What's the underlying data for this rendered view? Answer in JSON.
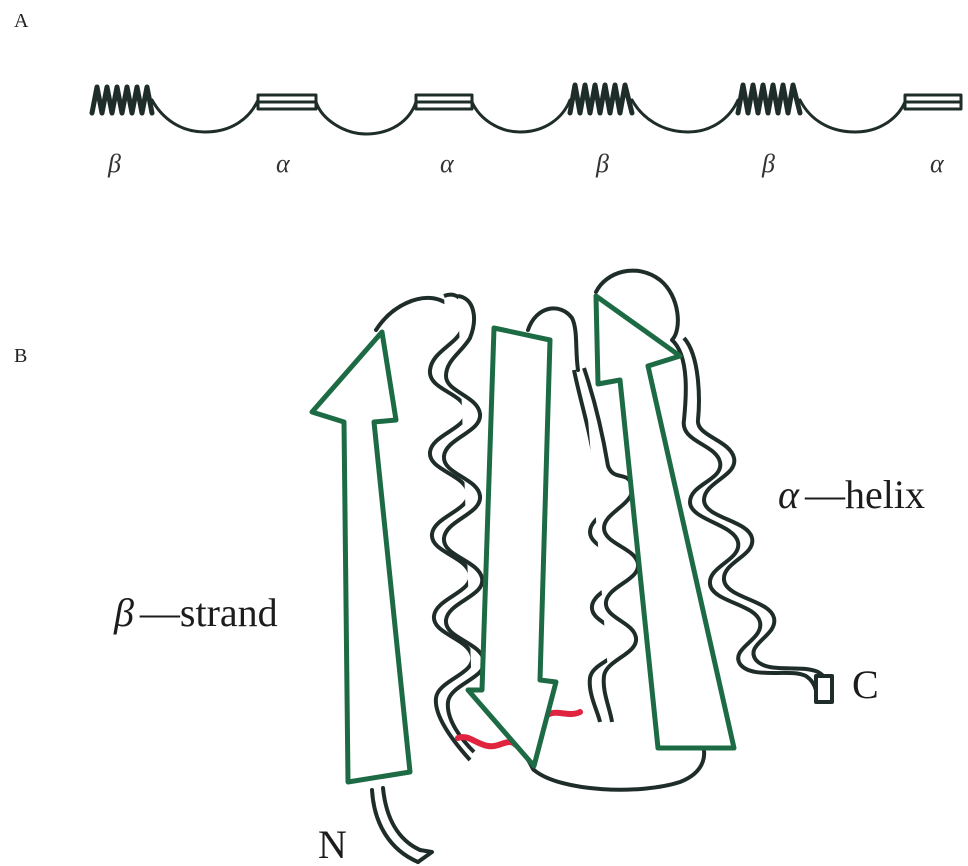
{
  "panel_a": {
    "label": "A",
    "elements": [
      {
        "type": "beta",
        "symbol": "β"
      },
      {
        "type": "alpha",
        "symbol": "α"
      },
      {
        "type": "alpha",
        "symbol": "α"
      },
      {
        "type": "beta",
        "symbol": "β"
      },
      {
        "type": "beta",
        "symbol": "β"
      },
      {
        "type": "alpha",
        "symbol": "α"
      }
    ]
  },
  "panel_b": {
    "label": "B",
    "alpha_label_symbol": "α",
    "alpha_label_text": "—helix",
    "beta_label_symbol": "β",
    "beta_label_text": "—strand",
    "n_terminus": "N",
    "c_terminus": "C"
  },
  "colors": {
    "outline": "#1f2d2a",
    "strand": "#1d6b45",
    "disulfide": "#e0243f"
  }
}
